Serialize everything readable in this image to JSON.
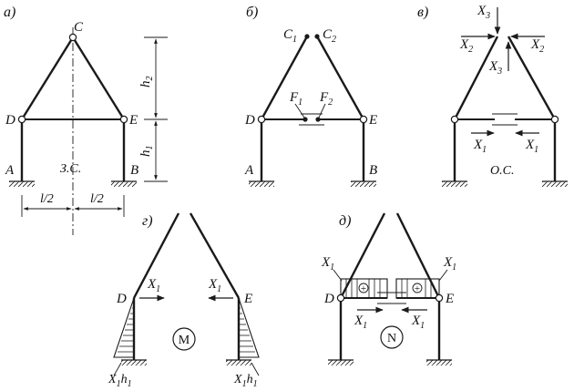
{
  "panels": {
    "a": {
      "tag": "а)",
      "nodes": {
        "C": "C",
        "D": "D",
        "E": "E",
        "A": "A",
        "B": "B"
      },
      "system_label": "З.С.",
      "h2": "h",
      "h2_sub": "2",
      "h1": "h",
      "h1_sub": "1",
      "half_span": "l/2"
    },
    "b": {
      "tag": "б)",
      "C1": "C",
      "C1_sub": "1",
      "C2": "C",
      "C2_sub": "2",
      "F1": "F",
      "F1_sub": "1",
      "F2": "F",
      "F2_sub": "2",
      "D": "D",
      "E": "E",
      "A": "A",
      "B": "B"
    },
    "v": {
      "tag": "в)",
      "X3": "X",
      "X3_sub": "3",
      "X2": "X",
      "X2_sub": "2",
      "X1": "X",
      "X1_sub": "1",
      "system_label": "О.С."
    },
    "g": {
      "tag": "г)",
      "D": "D",
      "E": "E",
      "X1": "X",
      "X1_sub": "1",
      "moment_base": "X",
      "moment_sub": "1",
      "moment_h": "h",
      "moment_h_sub": "1",
      "diagram_label": "M"
    },
    "d": {
      "tag": "д)",
      "D": "D",
      "E": "E",
      "X1": "X",
      "X1_sub": "1",
      "plus": "+",
      "diagram_label": "N"
    }
  },
  "colors": {
    "line": "#1a1a1a",
    "background": "#ffffff"
  }
}
